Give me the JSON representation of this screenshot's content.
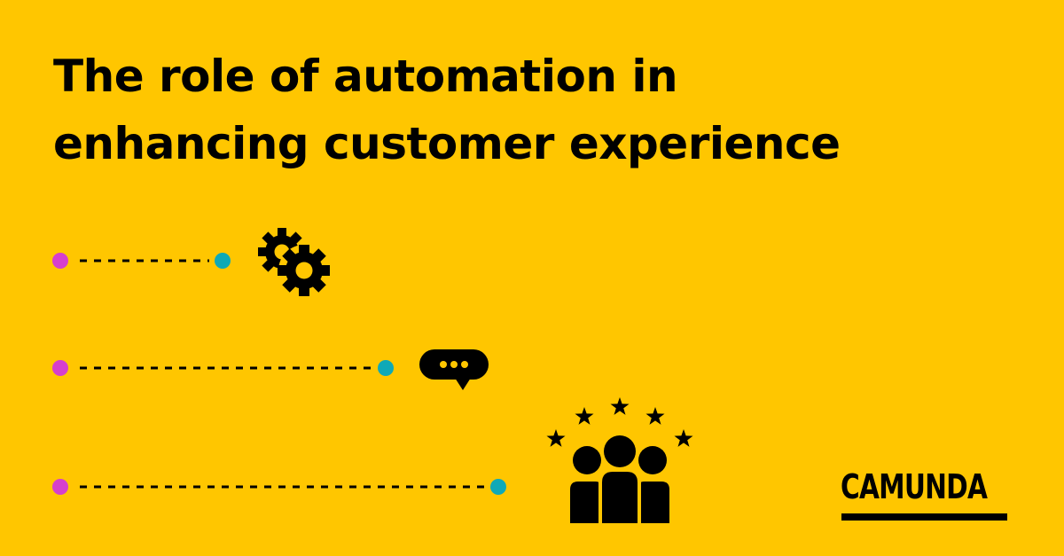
{
  "title": {
    "line1": "The role of automation in",
    "line2": "enhancing customer experience"
  },
  "logo": {
    "text": "CAMUNDA"
  },
  "rows": [
    {
      "icon": "gears-icon"
    },
    {
      "icon": "chat-bubble-icon"
    },
    {
      "icon": "customer-rating-icon"
    }
  ],
  "colors": {
    "background": "#FFC600",
    "text": "#000000",
    "start_dot": "#D63FCD",
    "end_dot": "#0FA9B7"
  }
}
